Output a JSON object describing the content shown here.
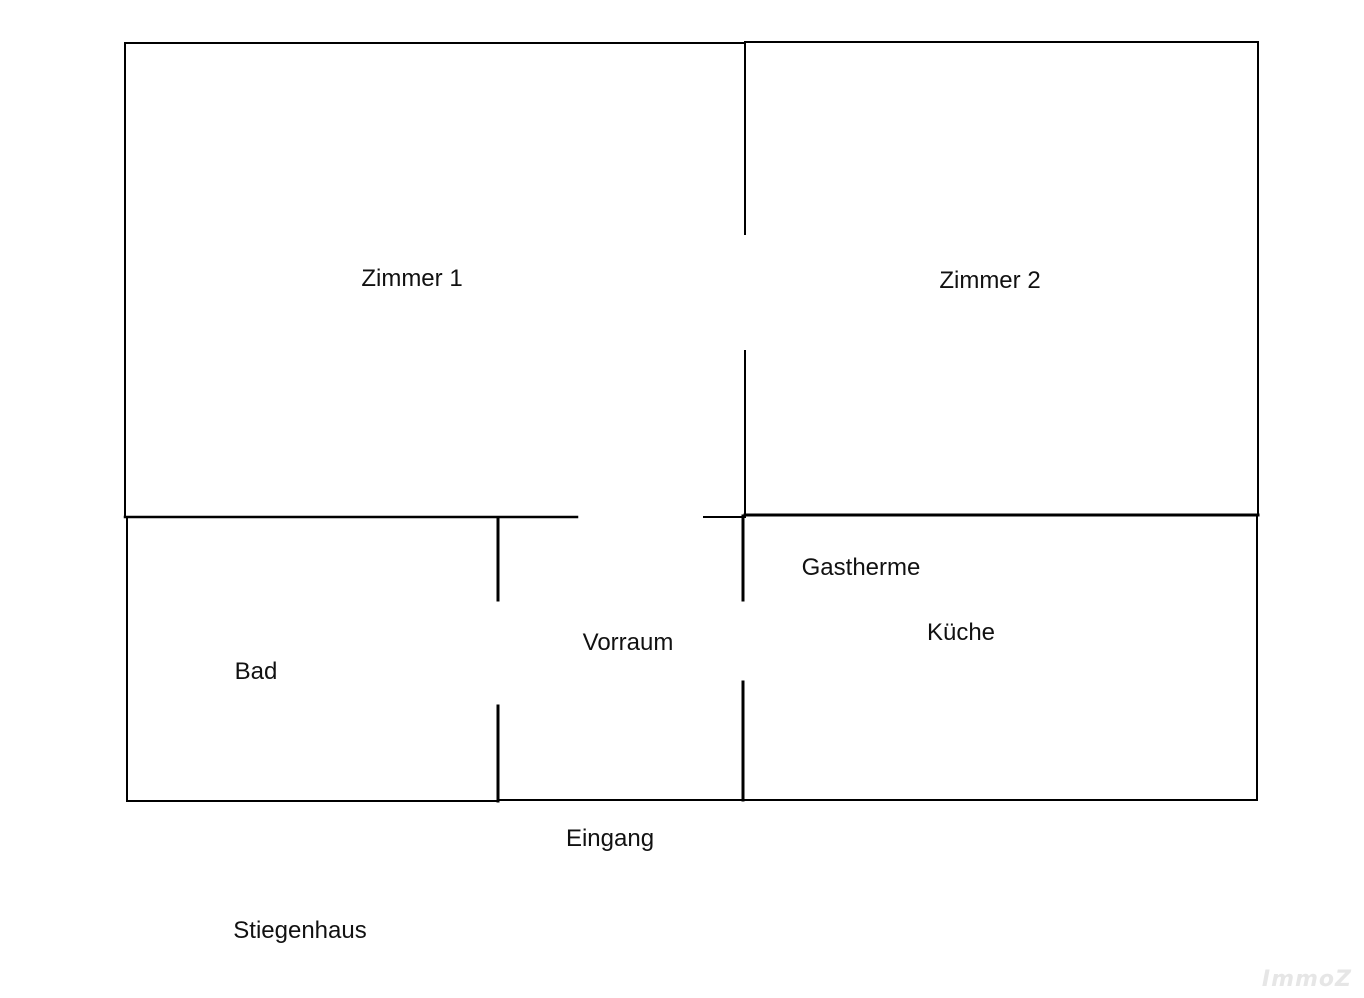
{
  "floorplan": {
    "rooms": {
      "zimmer1": "Zimmer 1",
      "zimmer2": "Zimmer 2",
      "bad": "Bad",
      "vorraum": "Vorraum",
      "kueche": "Küche",
      "gastherme": "Gastherme"
    },
    "outside": {
      "eingang": "Eingang",
      "stiegenhaus": "Stiegenhaus"
    }
  },
  "watermark": "ImmoZ",
  "colors": {
    "wall": "#000000",
    "background": "#ffffff",
    "watermark": "#e6e6e6"
  }
}
